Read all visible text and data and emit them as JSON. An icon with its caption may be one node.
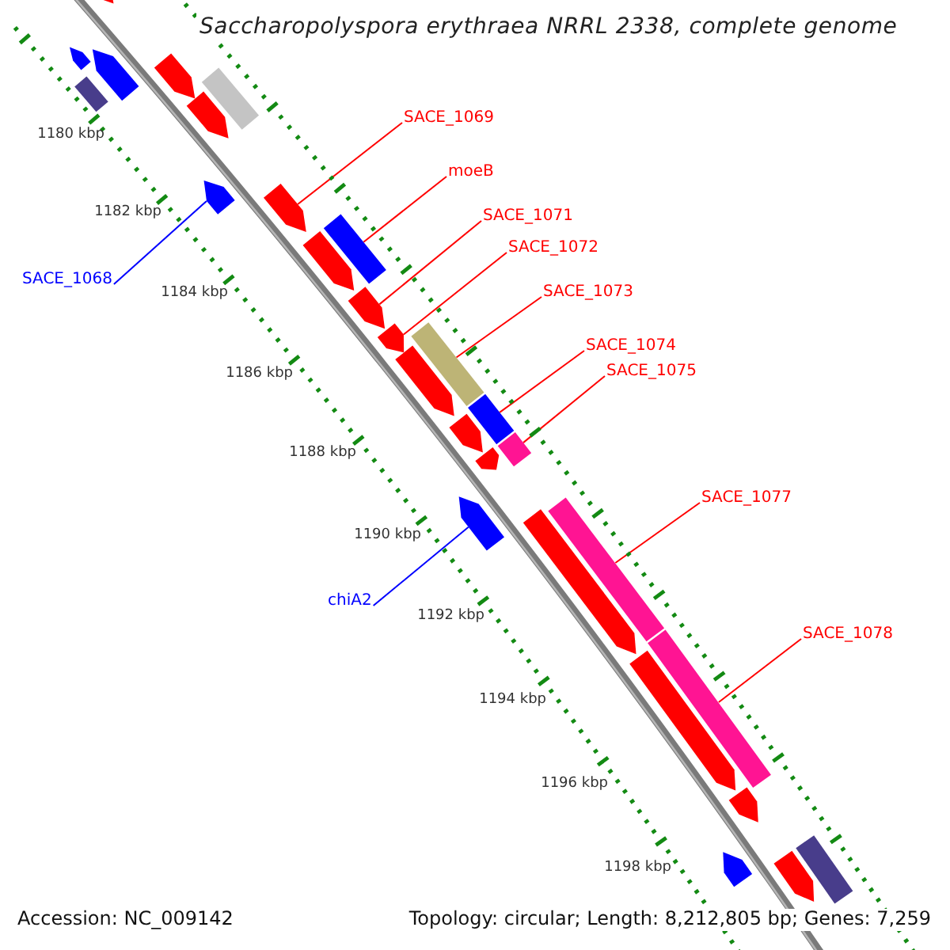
{
  "diagram": {
    "title": "Saccharopolyspora erythraea NRRL 2338, complete genome",
    "nodes": [
      {
        "text": [
          "SACE_1069"
        ]
      },
      {
        "text": [
          "moeB"
        ]
      },
      {
        "text": [
          "SACE_1071"
        ]
      },
      {
        "text": [
          "SACE_1072"
        ]
      },
      {
        "text": [
          "SACE_1073"
        ]
      },
      {
        "text": [
          "SACE_1074"
        ]
      },
      {
        "text": [
          "SACE_1075"
        ]
      },
      {
        "text": [
          "SACE_1068"
        ]
      },
      {
        "text": [
          "SACE_1077"
        ]
      },
      {
        "text": [
          "chiA2"
        ]
      },
      {
        "text": [
          "SACE_1078"
        ]
      },
      {
        "text": [],
        "shape": "arrow"
      },
      {
        "text": [],
        "shape": "arrow"
      },
      {
        "text": [],
        "shape": "arrow"
      },
      {
        "text": [],
        "shape": "bar"
      },
      {
        "text": [],
        "shape": "arrow"
      },
      {
        "text": [],
        "shape": "bar"
      },
      {
        "text": [],
        "shape": "arrow"
      },
      {
        "text": [],
        "shape": "arrow"
      },
      {
        "text": [],
        "shape": "arrow"
      },
      {
        "text": [],
        "shape": "arrow"
      },
      {
        "text": [],
        "shape": "bar"
      },
      {
        "text": [],
        "shape": "arrow"
      },
      {
        "text": [],
        "shape": "arrow"
      },
      {
        "text": [],
        "shape": "bar"
      },
      {
        "text": [],
        "shape": "arrow"
      },
      {
        "text": [],
        "shape": "bar"
      },
      {
        "text": [],
        "shape": "arrow"
      },
      {
        "text": [],
        "shape": "arrow"
      },
      {
        "text": [],
        "shape": "bar"
      },
      {
        "text": [],
        "shape": "arrow"
      },
      {
        "text": [],
        "shape": "arrow"
      },
      {
        "text": [],
        "shape": "bar"
      },
      {
        "text": [],
        "shape": "bar"
      },
      {
        "text": [],
        "shape": "arrow"
      },
      {
        "text": [],
        "shape": "arrow"
      },
      {
        "text": [],
        "shape": "arrow"
      },
      {
        "text": [],
        "shape": "arrow"
      },
      {
        "text": [],
        "shape": "bar"
      }
    ],
    "edges": [
      {
        "from": 0,
        "to": 19,
        "arrow": "none"
      },
      {
        "from": 1,
        "to": 21,
        "arrow": "none"
      },
      {
        "from": 2,
        "to": 22,
        "arrow": "none"
      },
      {
        "from": 3,
        "to": 23,
        "arrow": "none"
      },
      {
        "from": 4,
        "to": 24,
        "arrow": "none"
      },
      {
        "from": 5,
        "to": 26,
        "arrow": "none"
      },
      {
        "from": 6,
        "to": 29,
        "arrow": "none"
      },
      {
        "from": 7,
        "to": 18,
        "arrow": "none",
        "color": "#0000ff"
      },
      {
        "from": 8,
        "to": 32,
        "arrow": "none"
      },
      {
        "from": 9,
        "to": 30,
        "arrow": "none",
        "color": "#0000ff"
      },
      {
        "from": 10,
        "to": 33,
        "arrow": "none"
      }
    ],
    "labels": [
      "1180 kbp",
      "1182 kbp",
      "1184 kbp",
      "1186 kbp",
      "1188 kbp",
      "1190 kbp",
      "1192 kbp",
      "1194 kbp",
      "1196 kbp",
      "1198 kbp",
      "Accession: NC_009142",
      "Topology: circular; Length: 8,212,805 bp; Genes: 7,259"
    ]
  }
}
